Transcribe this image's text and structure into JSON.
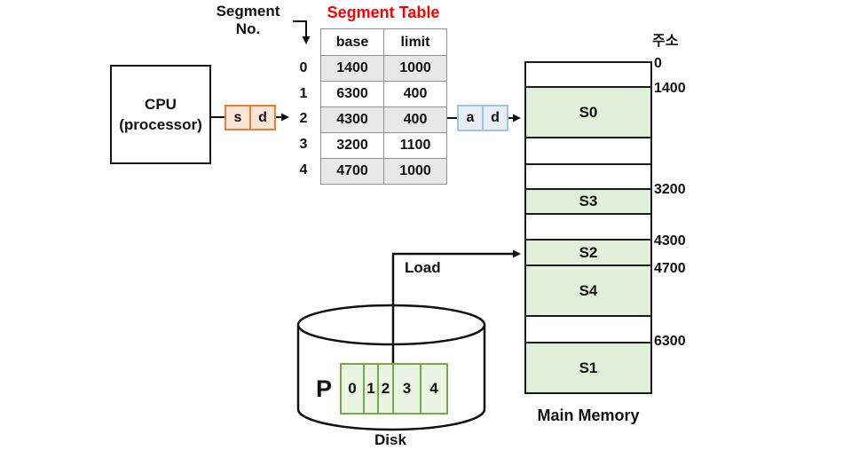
{
  "labels": {
    "segment_no_line1": "Segment",
    "segment_no_line2": "No.",
    "segment_table_title": "Segment Table",
    "load": "Load",
    "disk": "Disk",
    "main_memory": "Main Memory",
    "address_header": "주소"
  },
  "cpu": {
    "line1": "CPU",
    "line2": "(processor)"
  },
  "registers": {
    "logical": [
      "s",
      "d"
    ],
    "physical": [
      "a",
      "d"
    ]
  },
  "segment_table": {
    "headers": [
      "base",
      "limit"
    ],
    "row_numbers": [
      "0",
      "1",
      "2",
      "3",
      "4"
    ],
    "rows": [
      [
        "1400",
        "1000"
      ],
      [
        "6300",
        "400"
      ],
      [
        "4300",
        "400"
      ],
      [
        "3200",
        "1100"
      ],
      [
        "4700",
        "1000"
      ]
    ]
  },
  "memory": {
    "regions": [
      {
        "label": ""
      },
      {
        "label": "S0"
      },
      {
        "label": ""
      },
      {
        "label": ""
      },
      {
        "label": "S3"
      },
      {
        "label": ""
      },
      {
        "label": "S2"
      },
      {
        "label": "S4"
      },
      {
        "label": ""
      },
      {
        "label": "S1"
      }
    ],
    "addresses": [
      "0",
      "1400",
      "3200",
      "4300",
      "4700",
      "6300"
    ]
  },
  "disk": {
    "process_label": "P",
    "blocks": [
      "0",
      "1",
      "2",
      "3",
      "4"
    ]
  },
  "colors": {
    "title_red": "#FF0000",
    "register_sd_border": "#ED7D31",
    "register_sd_fill": "#FBE5D6",
    "register_ad_border": "#9DC3E6",
    "register_ad_fill": "#E9EEF6",
    "segment_green_fill": "#E2EFDA",
    "disk_block_border": "#70AD47",
    "disk_block_fill": "#EBF3E3",
    "table_alt_row": "#E8E8E8",
    "table_border": "#8F8F8F",
    "line_black": "#1A1A1A"
  }
}
